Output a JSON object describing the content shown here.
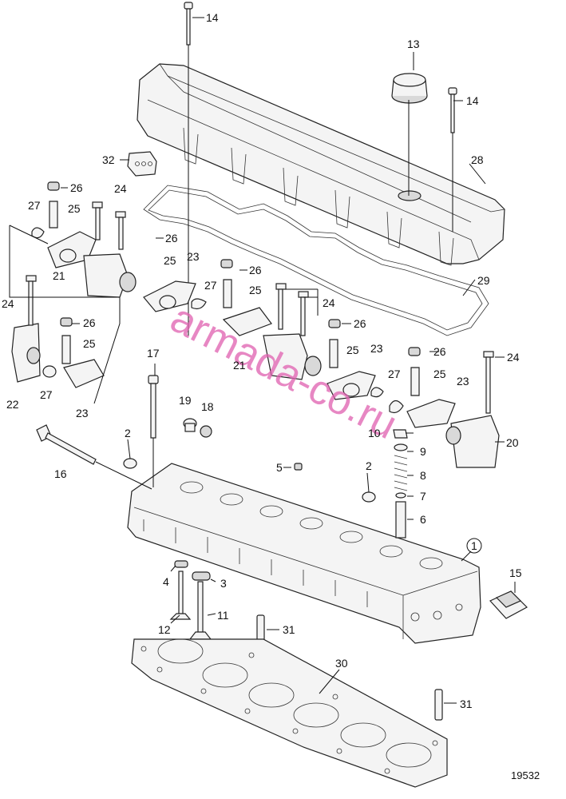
{
  "diagram": {
    "title": "",
    "reference_number": "19532",
    "watermark": "armada-co.ru",
    "callouts": [
      "14",
      "13",
      "14",
      "28",
      "32",
      "26",
      "24",
      "25",
      "27",
      "26",
      "25",
      "21",
      "23",
      "26",
      "27",
      "25",
      "24",
      "29",
      "24",
      "26",
      "25",
      "26",
      "22",
      "27",
      "23",
      "17",
      "19",
      "18",
      "21",
      "25",
      "23",
      "26",
      "27",
      "25",
      "23",
      "24",
      "2",
      "10",
      "9",
      "8",
      "7",
      "6",
      "20",
      "16",
      "5",
      "2",
      "1",
      "15",
      "4",
      "3",
      "12",
      "11",
      "31",
      "30",
      "31"
    ]
  }
}
